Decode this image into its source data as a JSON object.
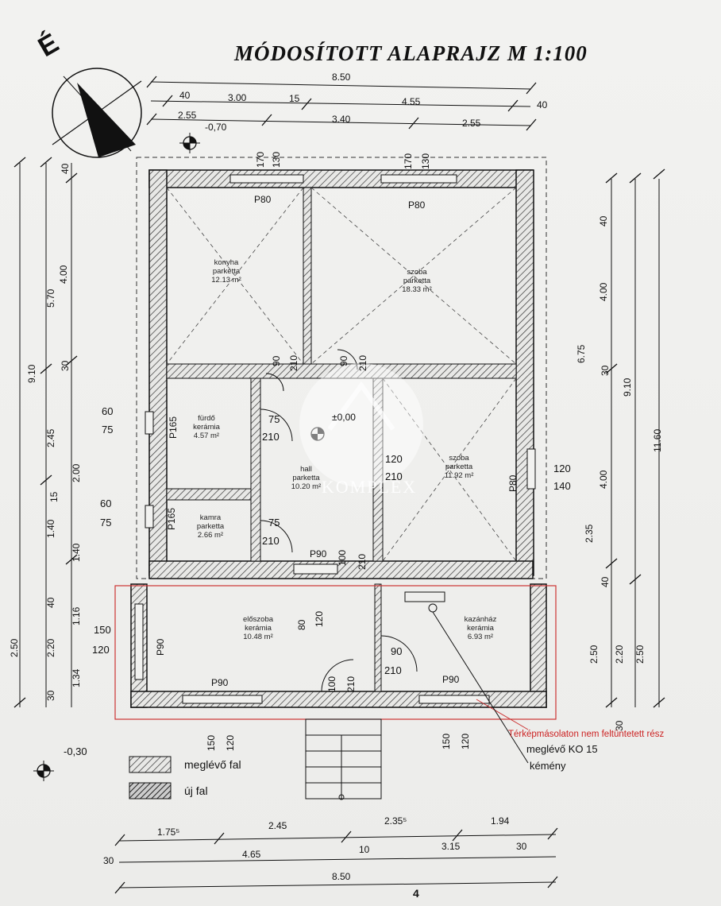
{
  "title": "MÓDOSÍTOTT ALAPRAJZ  M 1:100",
  "north_label": "É",
  "levels": {
    "top": "-0,70",
    "center": "±0,00",
    "bottom": "-0,30"
  },
  "rooms": [
    {
      "name": "konyha",
      "floor": "parketta",
      "area": "12.13 m²"
    },
    {
      "name": "szoba",
      "floor": "parketta",
      "area": "18.33 m²"
    },
    {
      "name": "fürdő",
      "floor": "kerámia",
      "area": "4.57 m²"
    },
    {
      "name": "hall",
      "floor": "parketta",
      "area": "10.20 m²"
    },
    {
      "name": "szoba",
      "floor": "parketta",
      "area": "11.92 m²"
    },
    {
      "name": "kamra",
      "floor": "parketta",
      "area": "2.66 m²"
    },
    {
      "name": "előszoba",
      "floor": "kerámia",
      "area": "10.48 m²"
    },
    {
      "name": "kazánház",
      "floor": "kerámia",
      "area": "6.93 m²"
    }
  ],
  "top_dims": {
    "row1": [
      "8.50"
    ],
    "row2": [
      "40",
      "3.00",
      "15",
      "4.55",
      "40"
    ],
    "row3": [
      "2.55",
      "3.40",
      "2.55"
    ]
  },
  "bottom_dims": {
    "row1": [
      "1.75⁵",
      "2.45",
      "2.35⁵",
      "1.94"
    ],
    "row2": [
      "30",
      "4.65",
      "10",
      "3.15",
      "30"
    ],
    "row3": [
      "8.50"
    ]
  },
  "left_dims": {
    "outer": [
      "9.10",
      "2.50"
    ],
    "mid": [
      "5.70",
      "2.45",
      "15",
      "1.40",
      "40",
      "2.20",
      "30"
    ],
    "inner": [
      "40",
      "4.00",
      "30",
      "2.00",
      "1.40",
      "1.16",
      "1.34"
    ]
  },
  "right_dims": {
    "inner": [
      "40",
      "4.00",
      "30",
      "4.00",
      "40",
      "2.20",
      "30"
    ],
    "mid": [
      "6.75",
      "2.35",
      "2.50"
    ],
    "outer": [
      "9.10",
      "2.50",
      "11.60"
    ]
  },
  "openings": {
    "windows": [
      "P80",
      "P80",
      "P165",
      "P165",
      "P80",
      "P90",
      "P90",
      "P90",
      "P90"
    ],
    "labels": [
      "170",
      "130",
      "170",
      "130",
      "60",
      "75",
      "60",
      "75",
      "90",
      "210",
      "90",
      "210",
      "75",
      "210",
      "75",
      "210",
      "120",
      "210",
      "120",
      "140",
      "100",
      "210",
      "80",
      "120",
      "150",
      "120",
      "100",
      "210",
      "90",
      "210",
      "150",
      "120",
      "150",
      "120"
    ]
  },
  "legend": [
    {
      "label": "meglévő fal"
    },
    {
      "label": "új fal"
    }
  ],
  "notes": {
    "red": "Térképmásolaton nem feltüntetett rész",
    "chimney_line1": "meglévő KO 15",
    "chimney_line2": "kémény"
  },
  "watermark": "KOMPLEX",
  "page_mark": "4"
}
